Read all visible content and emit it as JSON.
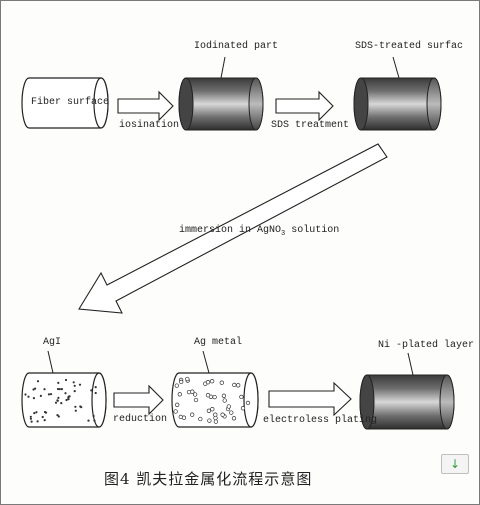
{
  "diagram": {
    "labels": {
      "fiber_surface": "Fiber surface",
      "iodinated_part": "Iodinated part",
      "sds_treated": "SDS-treated surfac",
      "iosination": "iosination",
      "sds_treatment": "SDS treatment",
      "immersion_prefix": "immersion in AgNO",
      "immersion_sub": "3",
      "immersion_suffix": " solution",
      "agi": "AgI",
      "ag_metal": "Ag metal",
      "ni_plated": "Ni -plated layer",
      "reduction": "reduction",
      "electroless": "electroless plating"
    },
    "caption": "图4  凯夫拉金属化流程示意图"
  },
  "scroll_button": {
    "icon": "↓"
  }
}
